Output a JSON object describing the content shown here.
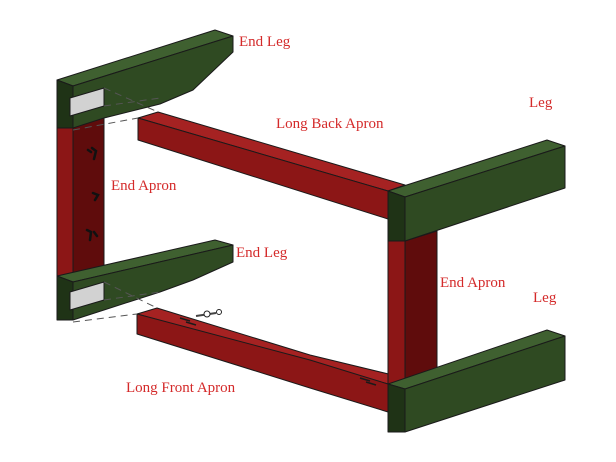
{
  "diagram": {
    "labels": {
      "end_leg_top": "End Leg",
      "end_leg_bottom": "End Leg",
      "long_back_apron": "Long Back Apron",
      "end_apron_left": "End Apron",
      "end_apron_right": "End Apron",
      "long_front_apron": "Long Front Apron",
      "leg_top_right": "Leg",
      "leg_bottom_right": "Leg"
    },
    "colors": {
      "leg_face": "#2f4a22",
      "leg_top": "#3f6030",
      "leg_dark": "#1f3316",
      "apron_face": "#8c1616",
      "apron_top": "#a52222",
      "apron_dark": "#5f0c0c",
      "mortise": "#d2d2d2",
      "label": "#d42a2a"
    }
  }
}
